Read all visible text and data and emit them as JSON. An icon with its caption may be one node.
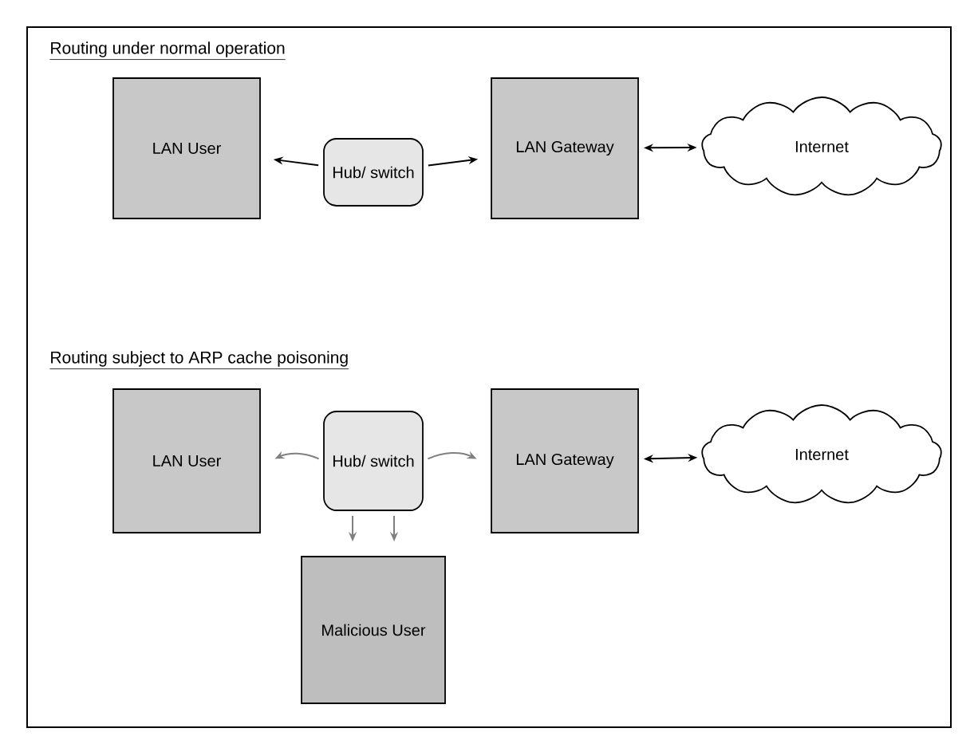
{
  "diagram": {
    "nodes": [
      {
        "text": [
          "LAN User"
        ]
      },
      {
        "text": [
          "Hub/ switch"
        ]
      },
      {
        "text": [
          "LAN Gateway"
        ]
      },
      {
        "text": [
          "Internet"
        ]
      },
      {
        "text": [
          "LAN User"
        ]
      },
      {
        "text": [
          "Hub/ switch"
        ]
      },
      {
        "text": [
          "LAN Gateway"
        ]
      },
      {
        "text": [
          "Internet"
        ]
      },
      {
        "text": [
          "Malicious User"
        ]
      }
    ],
    "edges": [
      {
        "from": 1,
        "to": 0,
        "arrow": "to"
      },
      {
        "from": 1,
        "to": 2,
        "arrow": "to"
      },
      {
        "from": 2,
        "to": 3,
        "arrow": "both"
      },
      {
        "from": 5,
        "to": 4,
        "arrow": "to",
        "color": "#808080"
      },
      {
        "from": 5,
        "to": 6,
        "arrow": "to",
        "color": "#808080"
      },
      {
        "from": 5,
        "to": 8,
        "arrow": "to",
        "color": "#808080"
      },
      {
        "from": 5,
        "to": 8,
        "arrow": "to",
        "color": "#808080"
      },
      {
        "from": 6,
        "to": 7,
        "arrow": "both"
      }
    ],
    "labels": [
      "Routing under normal operation",
      "Routing subject to ARP cache poisoning"
    ]
  }
}
